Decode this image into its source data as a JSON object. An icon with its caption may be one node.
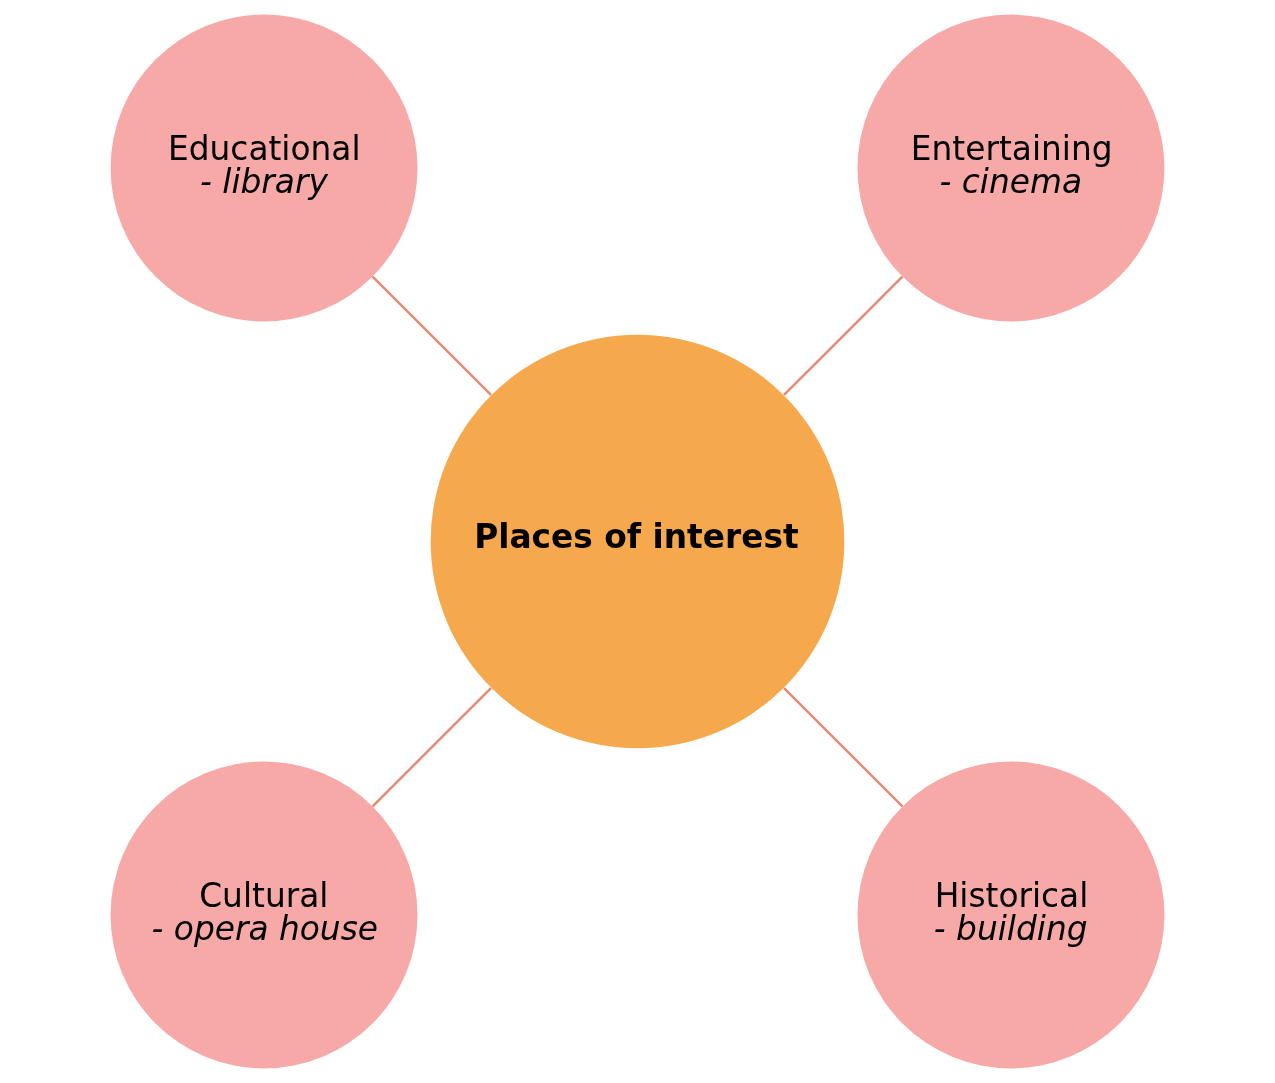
{
  "diagram": {
    "nodes": [
      {
        "text": [
          "Entertaining",
          "- cinema"
        ]
      },
      {
        "text": [
          "Educational",
          "- library"
        ]
      },
      {
        "text": [
          "Places of interest"
        ]
      },
      {
        "text": [
          "Cultural",
          "- opera house"
        ]
      },
      {
        "text": [
          "Historical",
          "- building"
        ]
      }
    ],
    "edges": [
      {
        "from": 2,
        "to": 0,
        "arrow": "none"
      },
      {
        "from": 2,
        "to": 1,
        "arrow": "none"
      },
      {
        "from": 2,
        "to": 3,
        "arrow": "none"
      },
      {
        "from": 2,
        "to": 4,
        "arrow": "none"
      }
    ]
  }
}
